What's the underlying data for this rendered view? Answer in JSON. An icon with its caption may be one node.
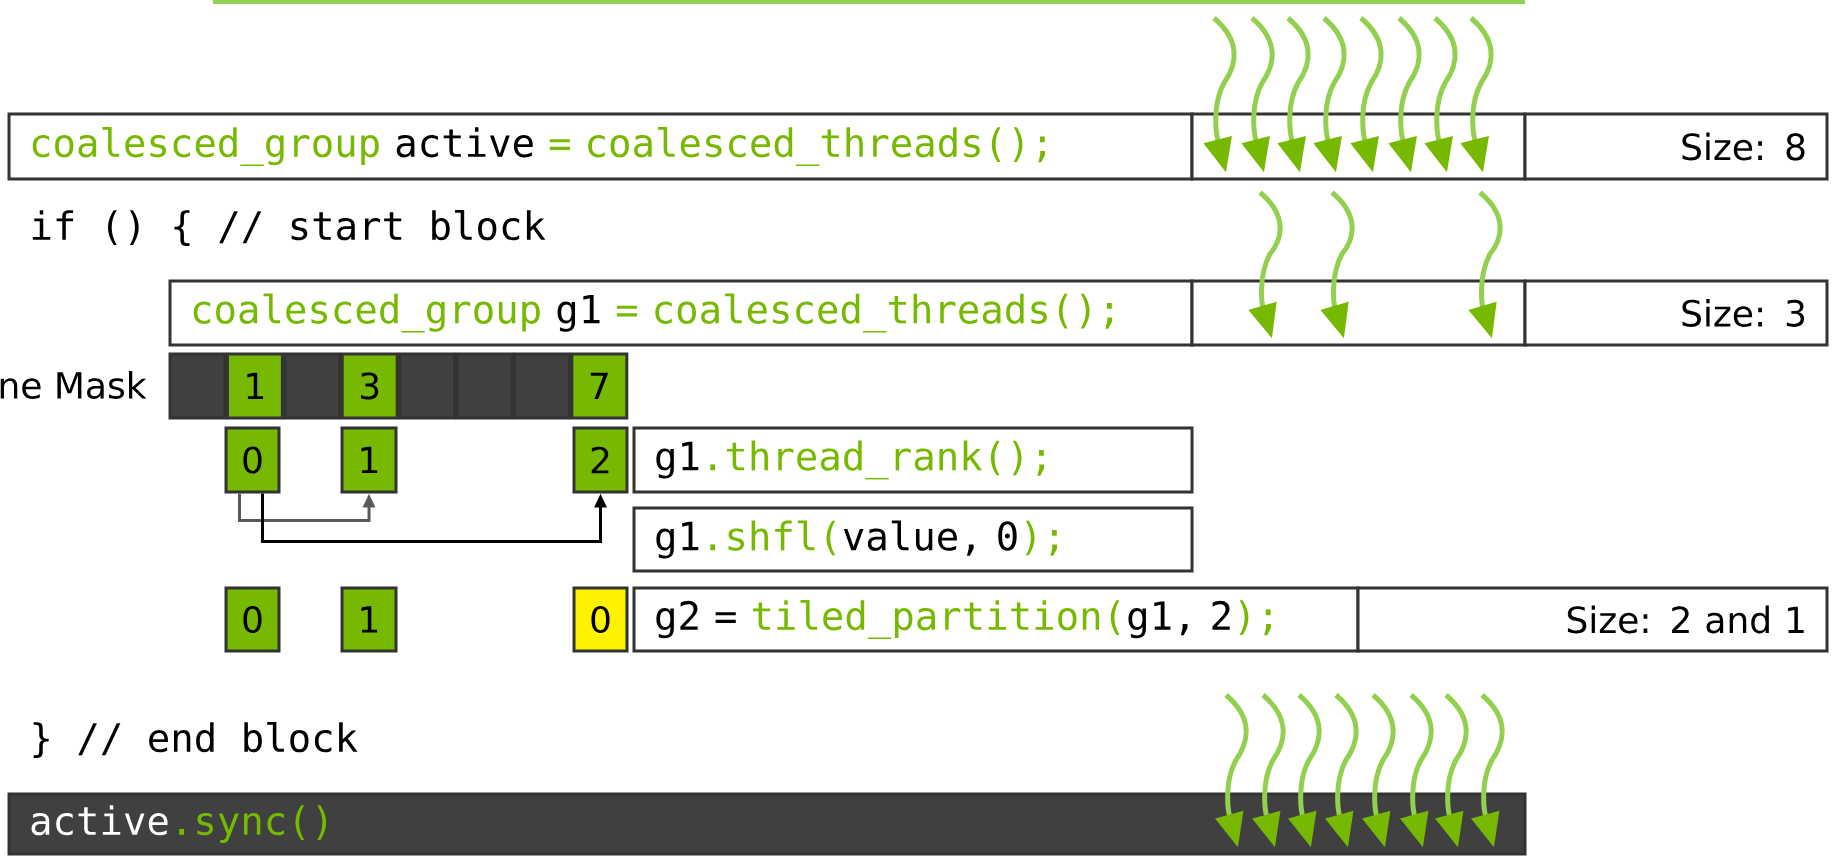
{
  "diagram": {
    "nodes": [
      {
        "text": [
          "coalesced_group",
          "active",
          "= coalesced_threads();"
        ]
      },
      {
        "text": [],
        "shape": "box"
      },
      {
        "text": [
          "Size: 8"
        ]
      },
      {
        "text": [
          "coalesced_group",
          "g1",
          "= coalesced_threads();"
        ]
      },
      {
        "text": [],
        "shape": "box"
      },
      {
        "text": [
          "Size: 3"
        ]
      },
      {
        "text": [],
        "shape": "box"
      },
      {
        "text": [
          "1"
        ]
      },
      {
        "text": [],
        "shape": "box"
      },
      {
        "text": [
          "3"
        ]
      },
      {
        "text": [],
        "shape": "box"
      },
      {
        "text": [],
        "shape": "box"
      },
      {
        "text": [],
        "shape": "box"
      },
      {
        "text": [
          "7"
        ]
      },
      {
        "text": [
          "0"
        ]
      },
      {
        "text": [
          "1"
        ]
      },
      {
        "text": [
          "2"
        ]
      },
      {
        "text": [
          "g1",
          ".thread_rank();"
        ]
      },
      {
        "text": [
          "g1",
          ".shfl(",
          "value, 0",
          ");"
        ]
      },
      {
        "text": [
          "0"
        ]
      },
      {
        "text": [
          "1"
        ]
      },
      {
        "text": [
          "0"
        ]
      },
      {
        "text": [
          "g2 =",
          "tiled_partition(",
          "g1, 2",
          ");"
        ]
      },
      {
        "text": [
          "Size: 2 and 1"
        ]
      },
      {
        "text": [
          "active",
          ".sync()"
        ]
      }
    ],
    "edges": [
      {
        "from": null,
        "to": 1,
        "arrow": "to"
      },
      {
        "from": null,
        "to": 1,
        "arrow": "to"
      },
      {
        "from": null,
        "to": 1,
        "arrow": "to"
      },
      {
        "from": null,
        "to": 1,
        "arrow": "to"
      },
      {
        "from": null,
        "to": 1,
        "arrow": "to"
      },
      {
        "from": null,
        "to": 1,
        "arrow": "to"
      },
      {
        "from": null,
        "to": 1,
        "arrow": "to"
      },
      {
        "from": null,
        "to": 1,
        "arrow": "to"
      },
      {
        "from": 1,
        "to": 4,
        "arrow": "to"
      },
      {
        "from": 1,
        "to": 4,
        "arrow": "to"
      },
      {
        "from": 1,
        "to": 4,
        "arrow": "to"
      },
      {
        "from": 14,
        "to": 15,
        "arrow": "to",
        "color": "#595959"
      },
      {
        "from": 14,
        "to": 16,
        "arrow": "to",
        "color": "#000000"
      },
      {
        "from": null,
        "to": 24,
        "arrow": "to"
      },
      {
        "from": null,
        "to": 24,
        "arrow": "to"
      },
      {
        "from": null,
        "to": 24,
        "arrow": "to"
      },
      {
        "from": null,
        "to": 24,
        "arrow": "to"
      },
      {
        "from": null,
        "to": 24,
        "arrow": "to"
      },
      {
        "from": null,
        "to": 24,
        "arrow": "to"
      },
      {
        "from": null,
        "to": 24,
        "arrow": "to"
      },
      {
        "from": null,
        "to": 24,
        "arrow": "to"
      }
    ],
    "labels": [
      "if () { // start block",
      "ne Mask",
      "} // end block"
    ]
  }
}
